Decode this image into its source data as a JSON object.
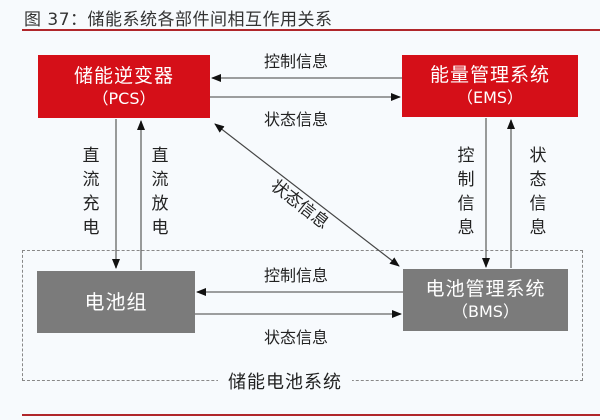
{
  "figure": {
    "title": "图 37：储能系统各部件间相互作用关系",
    "accent_color": "#d50f18",
    "rule_color": "#b0262b"
  },
  "nodes": {
    "pcs": {
      "name": "储能逆变器",
      "abbr": "（PCS）",
      "color": "#d50f18"
    },
    "ems": {
      "name": "能量管理系统",
      "abbr": "（EMS）",
      "color": "#d50f18"
    },
    "battery": {
      "name": "电池组",
      "color": "#7b7b7b"
    },
    "bms": {
      "name": "电池管理系统",
      "abbr": "（BMS）",
      "color": "#7b7b7b"
    }
  },
  "edges": {
    "ems_to_pcs": "控制信息",
    "pcs_to_ems": "状态信息",
    "pcs_to_battery": "直流充电",
    "battery_to_pcs": "直流放电",
    "pcs_bms_diag": "状态信息",
    "ems_to_bms": "控制信息",
    "bms_to_ems": "状态信息",
    "bms_to_battery": "控制信息",
    "battery_to_bms": "状态信息"
  },
  "group": {
    "label": "储能电池系统"
  }
}
